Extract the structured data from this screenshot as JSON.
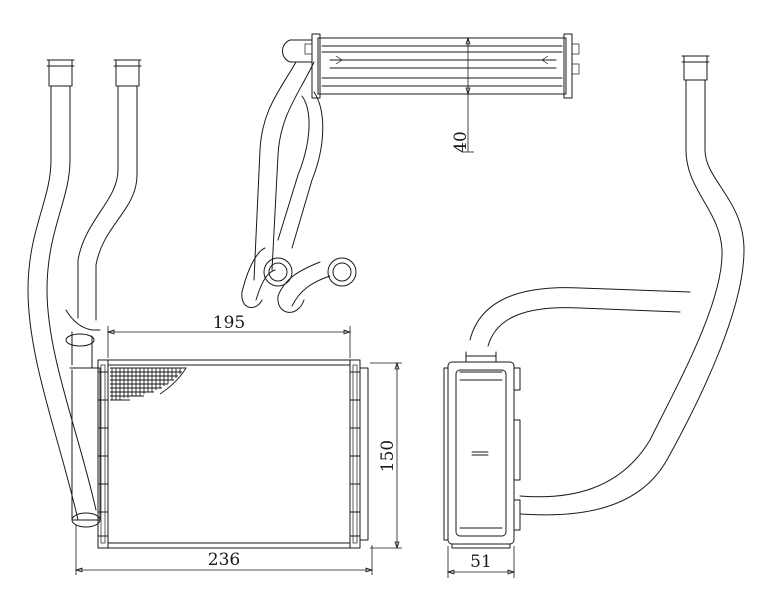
{
  "dimensions": {
    "top_width": "195",
    "overall_width": "236",
    "height": "150",
    "tube_thickness": "40",
    "core_depth": "51"
  }
}
